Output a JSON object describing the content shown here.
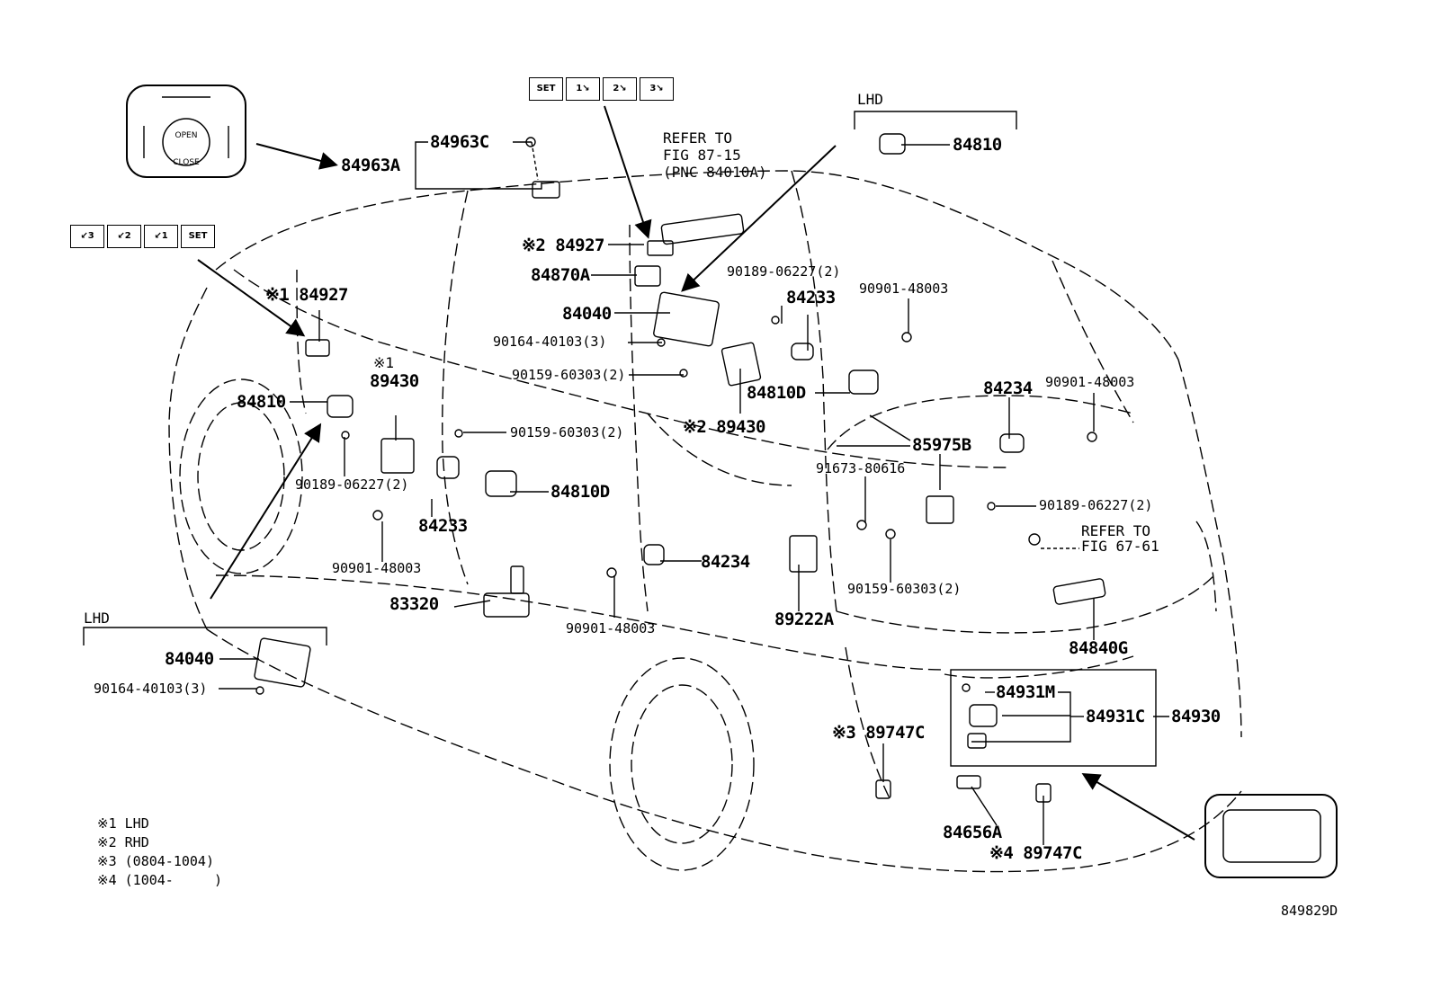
{
  "diagram_id": "849829D",
  "sections": {
    "lhd_top": "LHD",
    "lhd_bottom": "LHD"
  },
  "refer_1": [
    "REFER TO",
    "FIG 87-15",
    "(PNC 84010A)"
  ],
  "refer_2": [
    "REFER TO",
    "FIG 67-61"
  ],
  "seat_buttons_top": [
    "SET",
    "1↘",
    "2↘",
    "3↘"
  ],
  "seat_buttons_left": [
    "↙3",
    "↙2",
    "↙1",
    "SET"
  ],
  "notes": [
    "※1 LHD",
    "※2 RHD",
    "※3 (0804-1004)",
    "※4 (1004-     )"
  ],
  "labels": {
    "p84963C": "84963C",
    "p84963A": "84963A",
    "p84810_top": "84810",
    "p84927_rhd": "※2 84927",
    "p84870A": "84870A",
    "p84040_top": "84040",
    "p84927_lhd": "※1 84927",
    "p90164_top": "90164-40103(3)",
    "p90189_a": "90189-06227(2)",
    "p84233_a": "84233",
    "p90901_a": "90901-48003",
    "p89430_lhd_mark": "※1",
    "p89430_lhd": "89430",
    "p90159_a": "90159-60303(2)",
    "p84810_left": "84810",
    "p84810D_a": "84810D",
    "p89430_rhd": "※2 89430",
    "p84234_a": "84234",
    "p90901_b": "90901-48003",
    "p90159_b": "90159-60303(2)",
    "p85975B": "85975B",
    "p90189_b": "90189-06227(2)",
    "p84810D_b": "84810D",
    "p84233_b": "84233",
    "p91673": "91673-80616",
    "p90189_c": "90189-06227(2)",
    "p90901_c": "90901-48003",
    "p84234_b": "84234",
    "p83320": "83320",
    "p90901_d": "90901-48003",
    "p89222A": "89222A",
    "p90159_c": "90159-60303(2)",
    "p84840G": "84840G",
    "p84040_bottom": "84040",
    "p90164_bottom": "90164-40103(3)",
    "p84931M": "84931M",
    "p84931C": "84931C",
    "p84930": "84930",
    "p89747C_3": "※3 89747C",
    "p84656A": "84656A",
    "p89747C_4": "※4 89747C"
  }
}
